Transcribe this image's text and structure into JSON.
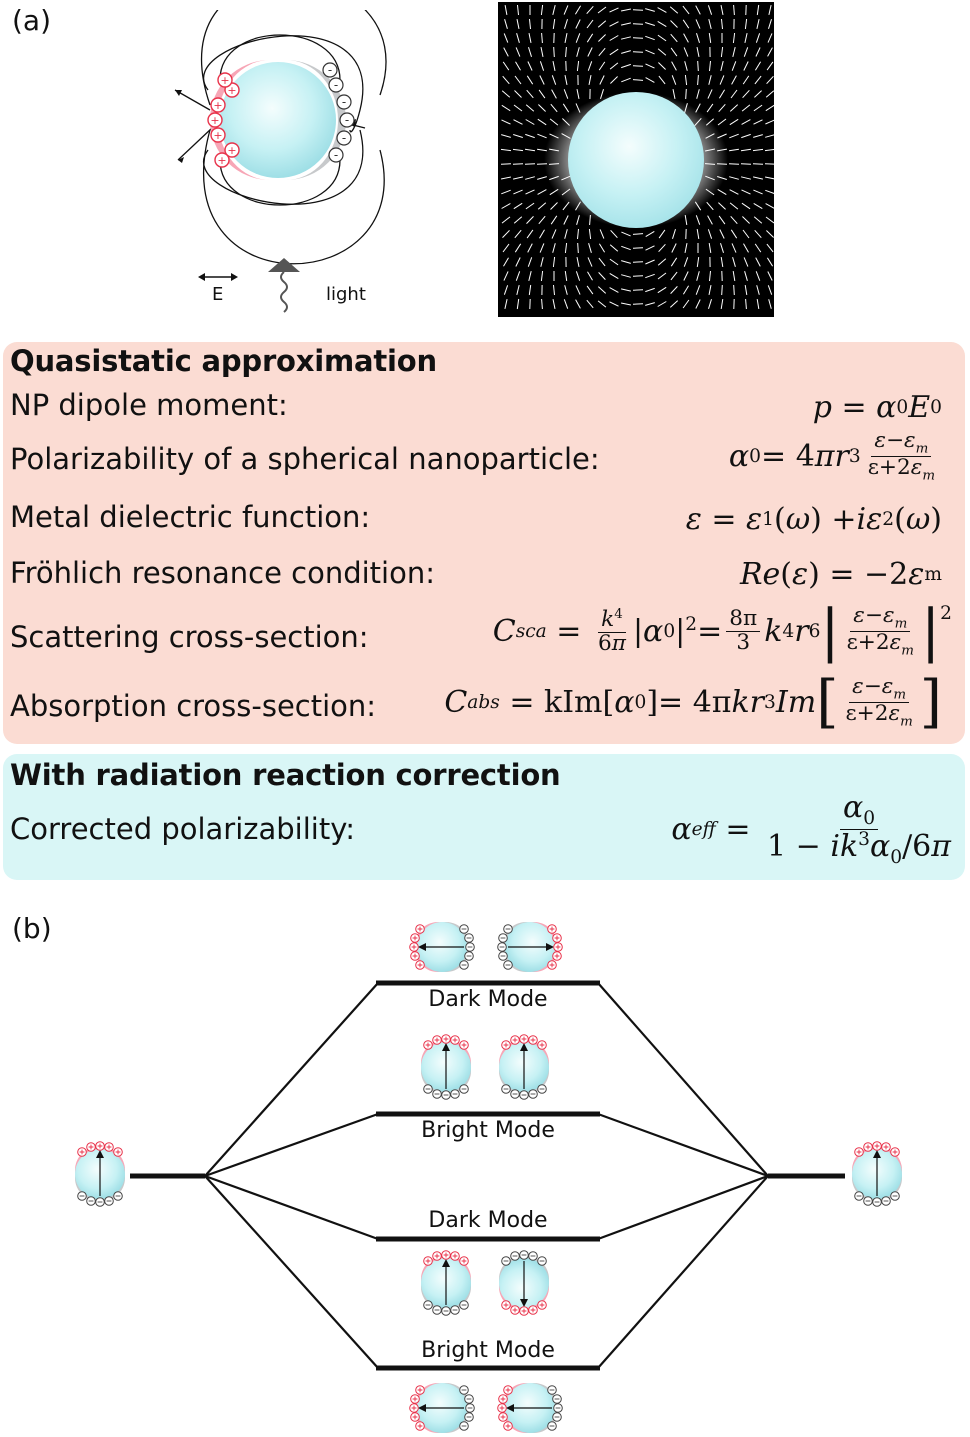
{
  "panel_a": {
    "label": "(a)",
    "e_label": "E",
    "light_label": "light"
  },
  "quasistatic": {
    "title": "Quasistatic approximation",
    "rows": [
      {
        "label": "NP dipole moment:"
      },
      {
        "label": "Polarizability of a spherical nanoparticle:"
      },
      {
        "label": "Metal dielectric function:"
      },
      {
        "label": "Fröhlich resonance condition:"
      },
      {
        "label": "Scattering cross-section:"
      },
      {
        "label": "Absorption cross-section:"
      }
    ]
  },
  "radiation": {
    "title": "With radiation reaction correction",
    "rows": [
      {
        "label": "Corrected polarizability:"
      }
    ]
  },
  "panel_b": {
    "label": "(b)",
    "levels": [
      {
        "label": "Dark Mode"
      },
      {
        "label": "Bright Mode"
      },
      {
        "label": "Dark Mode"
      },
      {
        "label": "Bright Mode"
      }
    ]
  },
  "colors": {
    "pink_box": "#fbdcd3",
    "cyan_box": "#d9f6f6",
    "positive_charge": "#e8324a",
    "particle": "#c6f1f4"
  }
}
